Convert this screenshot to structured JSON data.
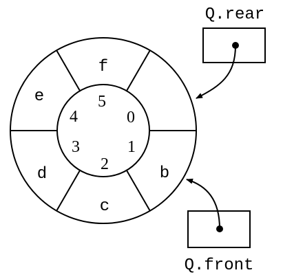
{
  "diagram": {
    "stroke_color": "#000000",
    "background": "#ffffff",
    "slot_indices": [
      "0",
      "1",
      "2",
      "3",
      "4",
      "5"
    ],
    "slot_contents": [
      "",
      "b",
      "c",
      "d",
      "e",
      "f"
    ],
    "pointers": {
      "rear": {
        "label": "Q.rear",
        "target_slot": 0
      },
      "front": {
        "label": "Q.front",
        "target_slot": 1
      }
    }
  }
}
